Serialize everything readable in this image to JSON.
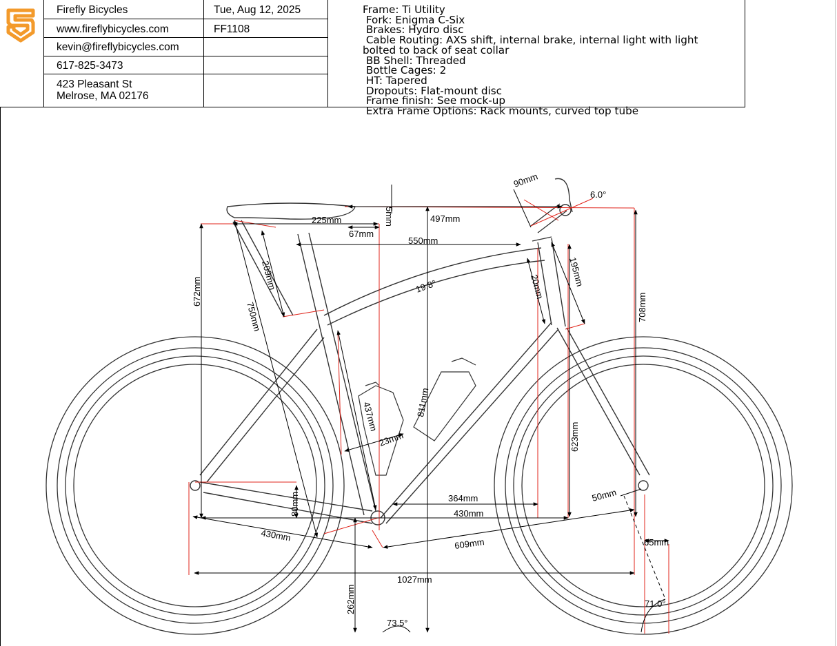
{
  "header": {
    "company": "Firefly Bicycles",
    "website": "www.fireflybicycles.com",
    "email": "kevin@fireflybicycles.com",
    "phone": "617-825-3473",
    "address_line1": "423 Pleasant St",
    "address_line2": "Melrose, MA 02176",
    "date": "Tue, Aug 12, 2025",
    "order_id": "FF1108",
    "logo_color": "#f39a2b"
  },
  "specs": [
    "Frame: Ti Utility",
    " Fork: Enigma C-Six",
    " Brakes: Hydro disc",
    " Cable Routing: AXS shift, internal brake, internal light with light",
    "bolted to back of seat collar",
    " BB Shell: Threaded",
    " Bottle Cages: 2",
    " HT: Tapered",
    " Dropouts: Flat-mount disc",
    " Frame finish: See mock-up",
    " Extra Frame Options: Rack mounts, curved top tube"
  ],
  "dimensions": {
    "stem_length": "90mm",
    "stem_angle": "6.0°",
    "saddle_setback": "5mm",
    "reach_to_bars": "497mm",
    "saddle_offset": "225mm",
    "seat_setback": "67mm",
    "effective_top_tube": "550mm",
    "top_tube_slope": "19.8°",
    "seatpost_extension": "209mm",
    "saddle_height_vertical": "672mm",
    "saddle_height": "750mm",
    "head_tube_length": "195mm",
    "stack_spacer": "20mm",
    "handlebar_height": "708mm",
    "seat_tube_length": "437mm",
    "seat_tube_ct": "811mm",
    "top_tube_offset": "23mm",
    "stack": "623mm",
    "fork_offset": "50mm",
    "reach": "364mm",
    "front_center_horizontal": "430mm",
    "bb_drop": "80mm",
    "chainstay_length": "430mm",
    "front_center": "609mm",
    "trail": "65mm",
    "wheelbase": "1027mm",
    "bb_height": "262mm",
    "seat_angle": "73.5°",
    "head_angle": "71.0°"
  },
  "colors": {
    "frame_lines": "#3a3a3a",
    "dimension_lines": "#000000",
    "reference_lines": "#e0241b"
  }
}
